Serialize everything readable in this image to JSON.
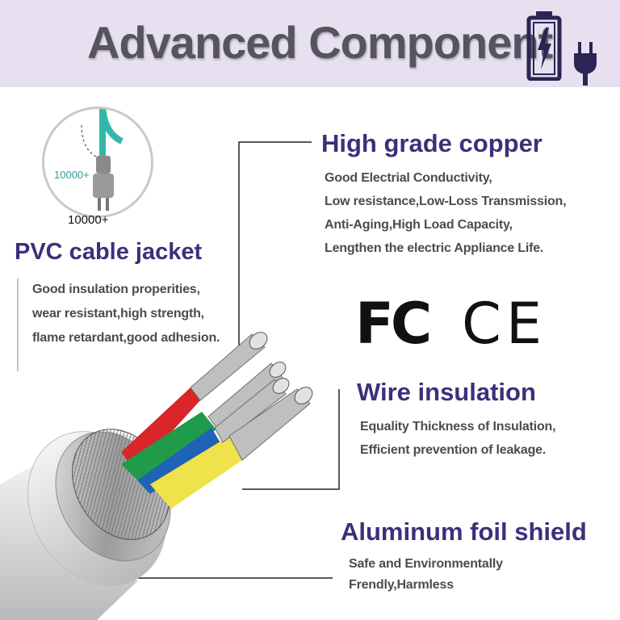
{
  "banner": {
    "title": "Advanced Component",
    "battery_icon": "battery-charging-icon",
    "plug_icon": "power-plug-icon",
    "background": "#e6e0f1"
  },
  "bend_test": {
    "badge_label": "10000+",
    "caption": "10000+"
  },
  "pvc_jacket": {
    "heading": "PVC cable jacket",
    "lines": [
      "Good insulation properities,",
      "wear resistant,high strength,",
      "flame retardant,good adhesion."
    ]
  },
  "copper": {
    "heading": "High grade copper",
    "lines": [
      "Good Electrial Conductivity,",
      "Low resistance,Low-Loss Transmission,",
      "Anti-Aging,High Load Capacity,",
      "Lengthen the electric Appliance Life."
    ]
  },
  "certifications": {
    "fc": "FC",
    "ce": "CE"
  },
  "wire_insulation": {
    "heading": "Wire insulation",
    "lines": [
      "Equality Thickness of Insulation,",
      "Efficient prevention of leakage."
    ]
  },
  "foil_shield": {
    "heading": "Aluminum foil shield",
    "lines": [
      "Safe and Environmentally",
      "Frendly,Harmless"
    ]
  },
  "colors": {
    "heading": "#3e2f7a",
    "body_text": "#4c4c4c",
    "wire_red": "#d8262a",
    "wire_green": "#1f9b4a",
    "wire_blue": "#1f63b6",
    "wire_yellow": "#efe24a",
    "cable_teal": "#34b7ab"
  }
}
